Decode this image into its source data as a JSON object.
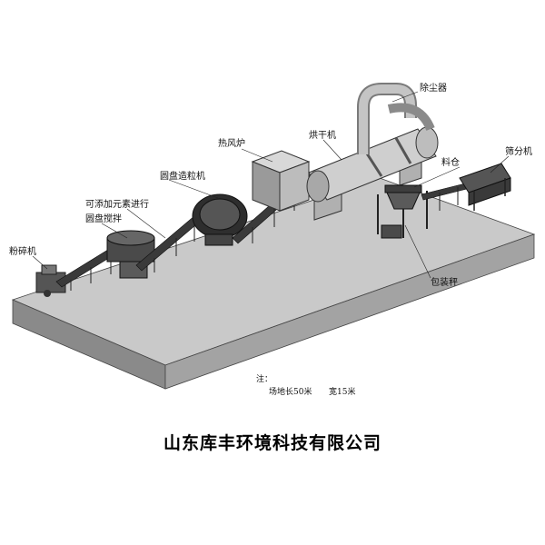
{
  "labels": {
    "dust_collector": "除尘器",
    "hot_air_furnace": "热风炉",
    "dryer": "烘干机",
    "screening_machine": "筛分机",
    "feed_bin": "料仓",
    "disc_granulator": "圆盘造粒机",
    "additive_note": "可添加元素进行",
    "disc_mixer": "圆盘搅拌",
    "crusher": "粉碎机",
    "packing_scale": "包装秤"
  },
  "note": {
    "prefix": "注：",
    "site_length": "场地长50米",
    "site_width": "宽15米"
  },
  "company": "山东库丰环境科技有限公司"
}
